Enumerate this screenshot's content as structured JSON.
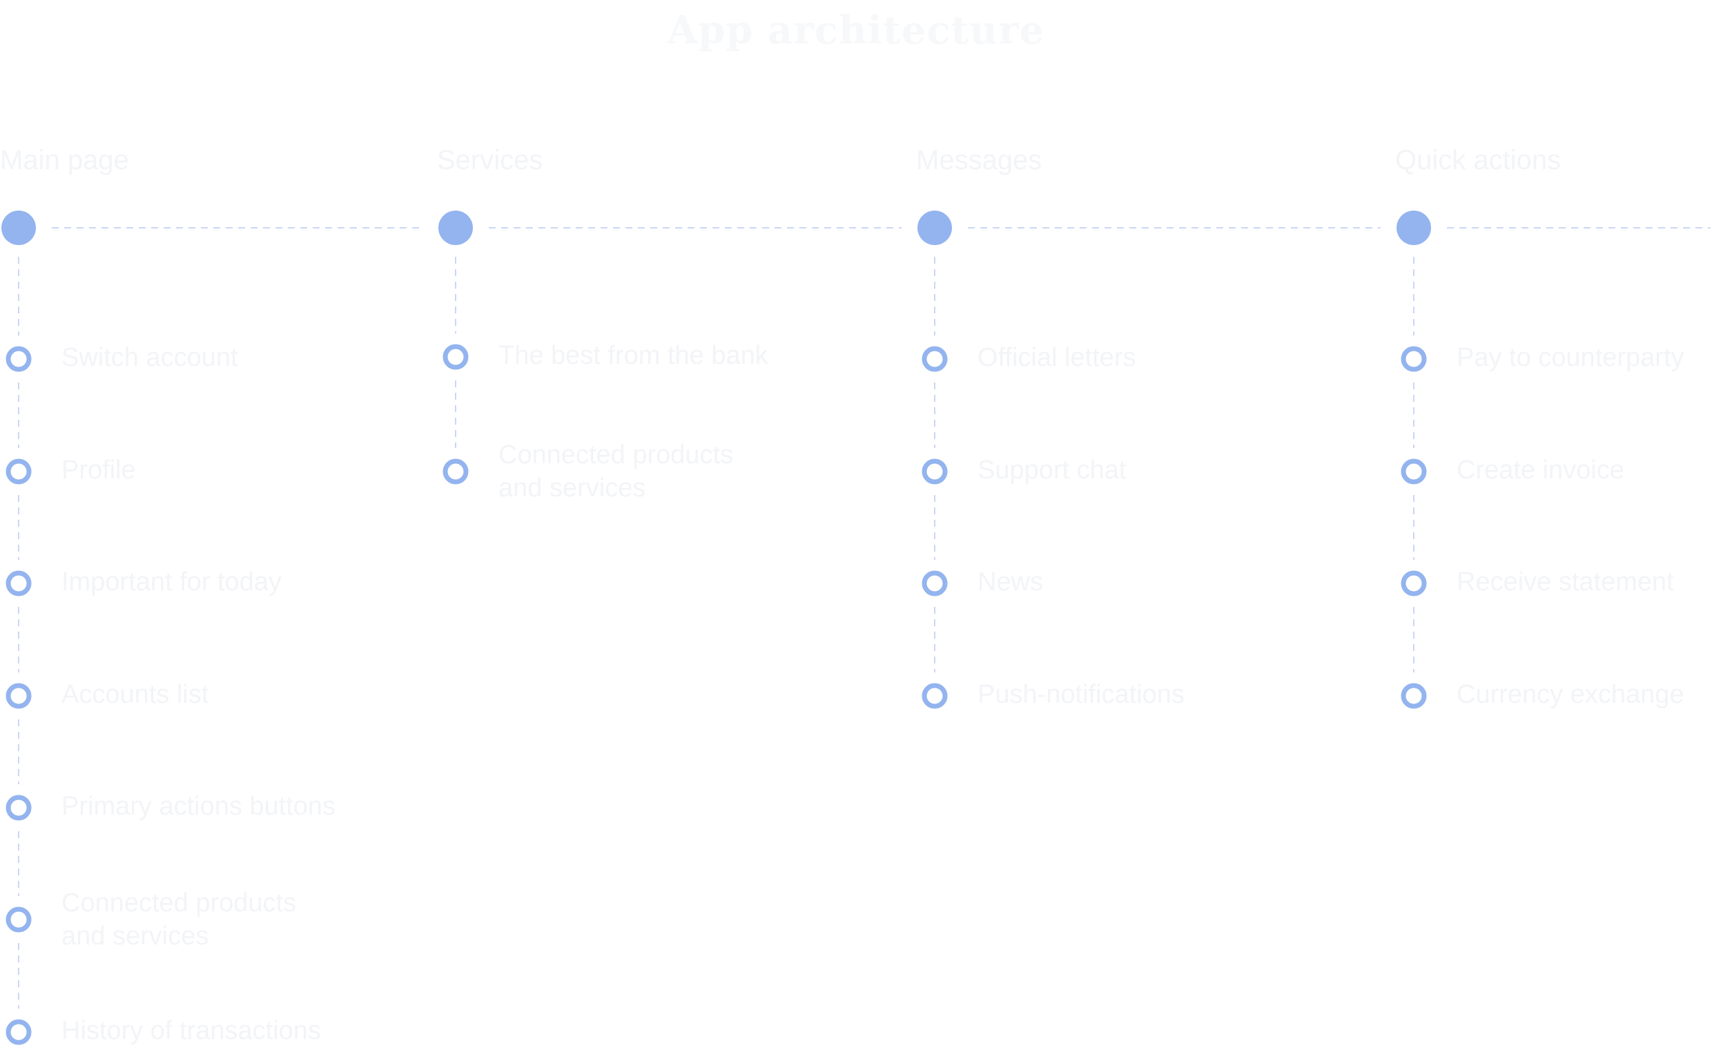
{
  "title": "App architecture",
  "colors": {
    "node": "#93b4ee",
    "dashed_line": "#c9d7f6",
    "text": "#f3f4f7"
  },
  "columns": [
    {
      "title": "Main page",
      "items": [
        "Switch account",
        "Profile",
        "Important for today",
        "Accounts list",
        "Primary actions buttons",
        "Connected products\nand services",
        "History of transactions"
      ]
    },
    {
      "title": "Services",
      "items": [
        "The best from the bank",
        "Connected products\nand services"
      ]
    },
    {
      "title": "Messages",
      "items": [
        "Official letters",
        "Support chat",
        "News",
        "Push-notifications"
      ]
    },
    {
      "title": "Quick actions",
      "items": [
        "Pay to counterparty",
        "Create invoice",
        "Receive statement",
        "Currency exchange"
      ]
    }
  ]
}
